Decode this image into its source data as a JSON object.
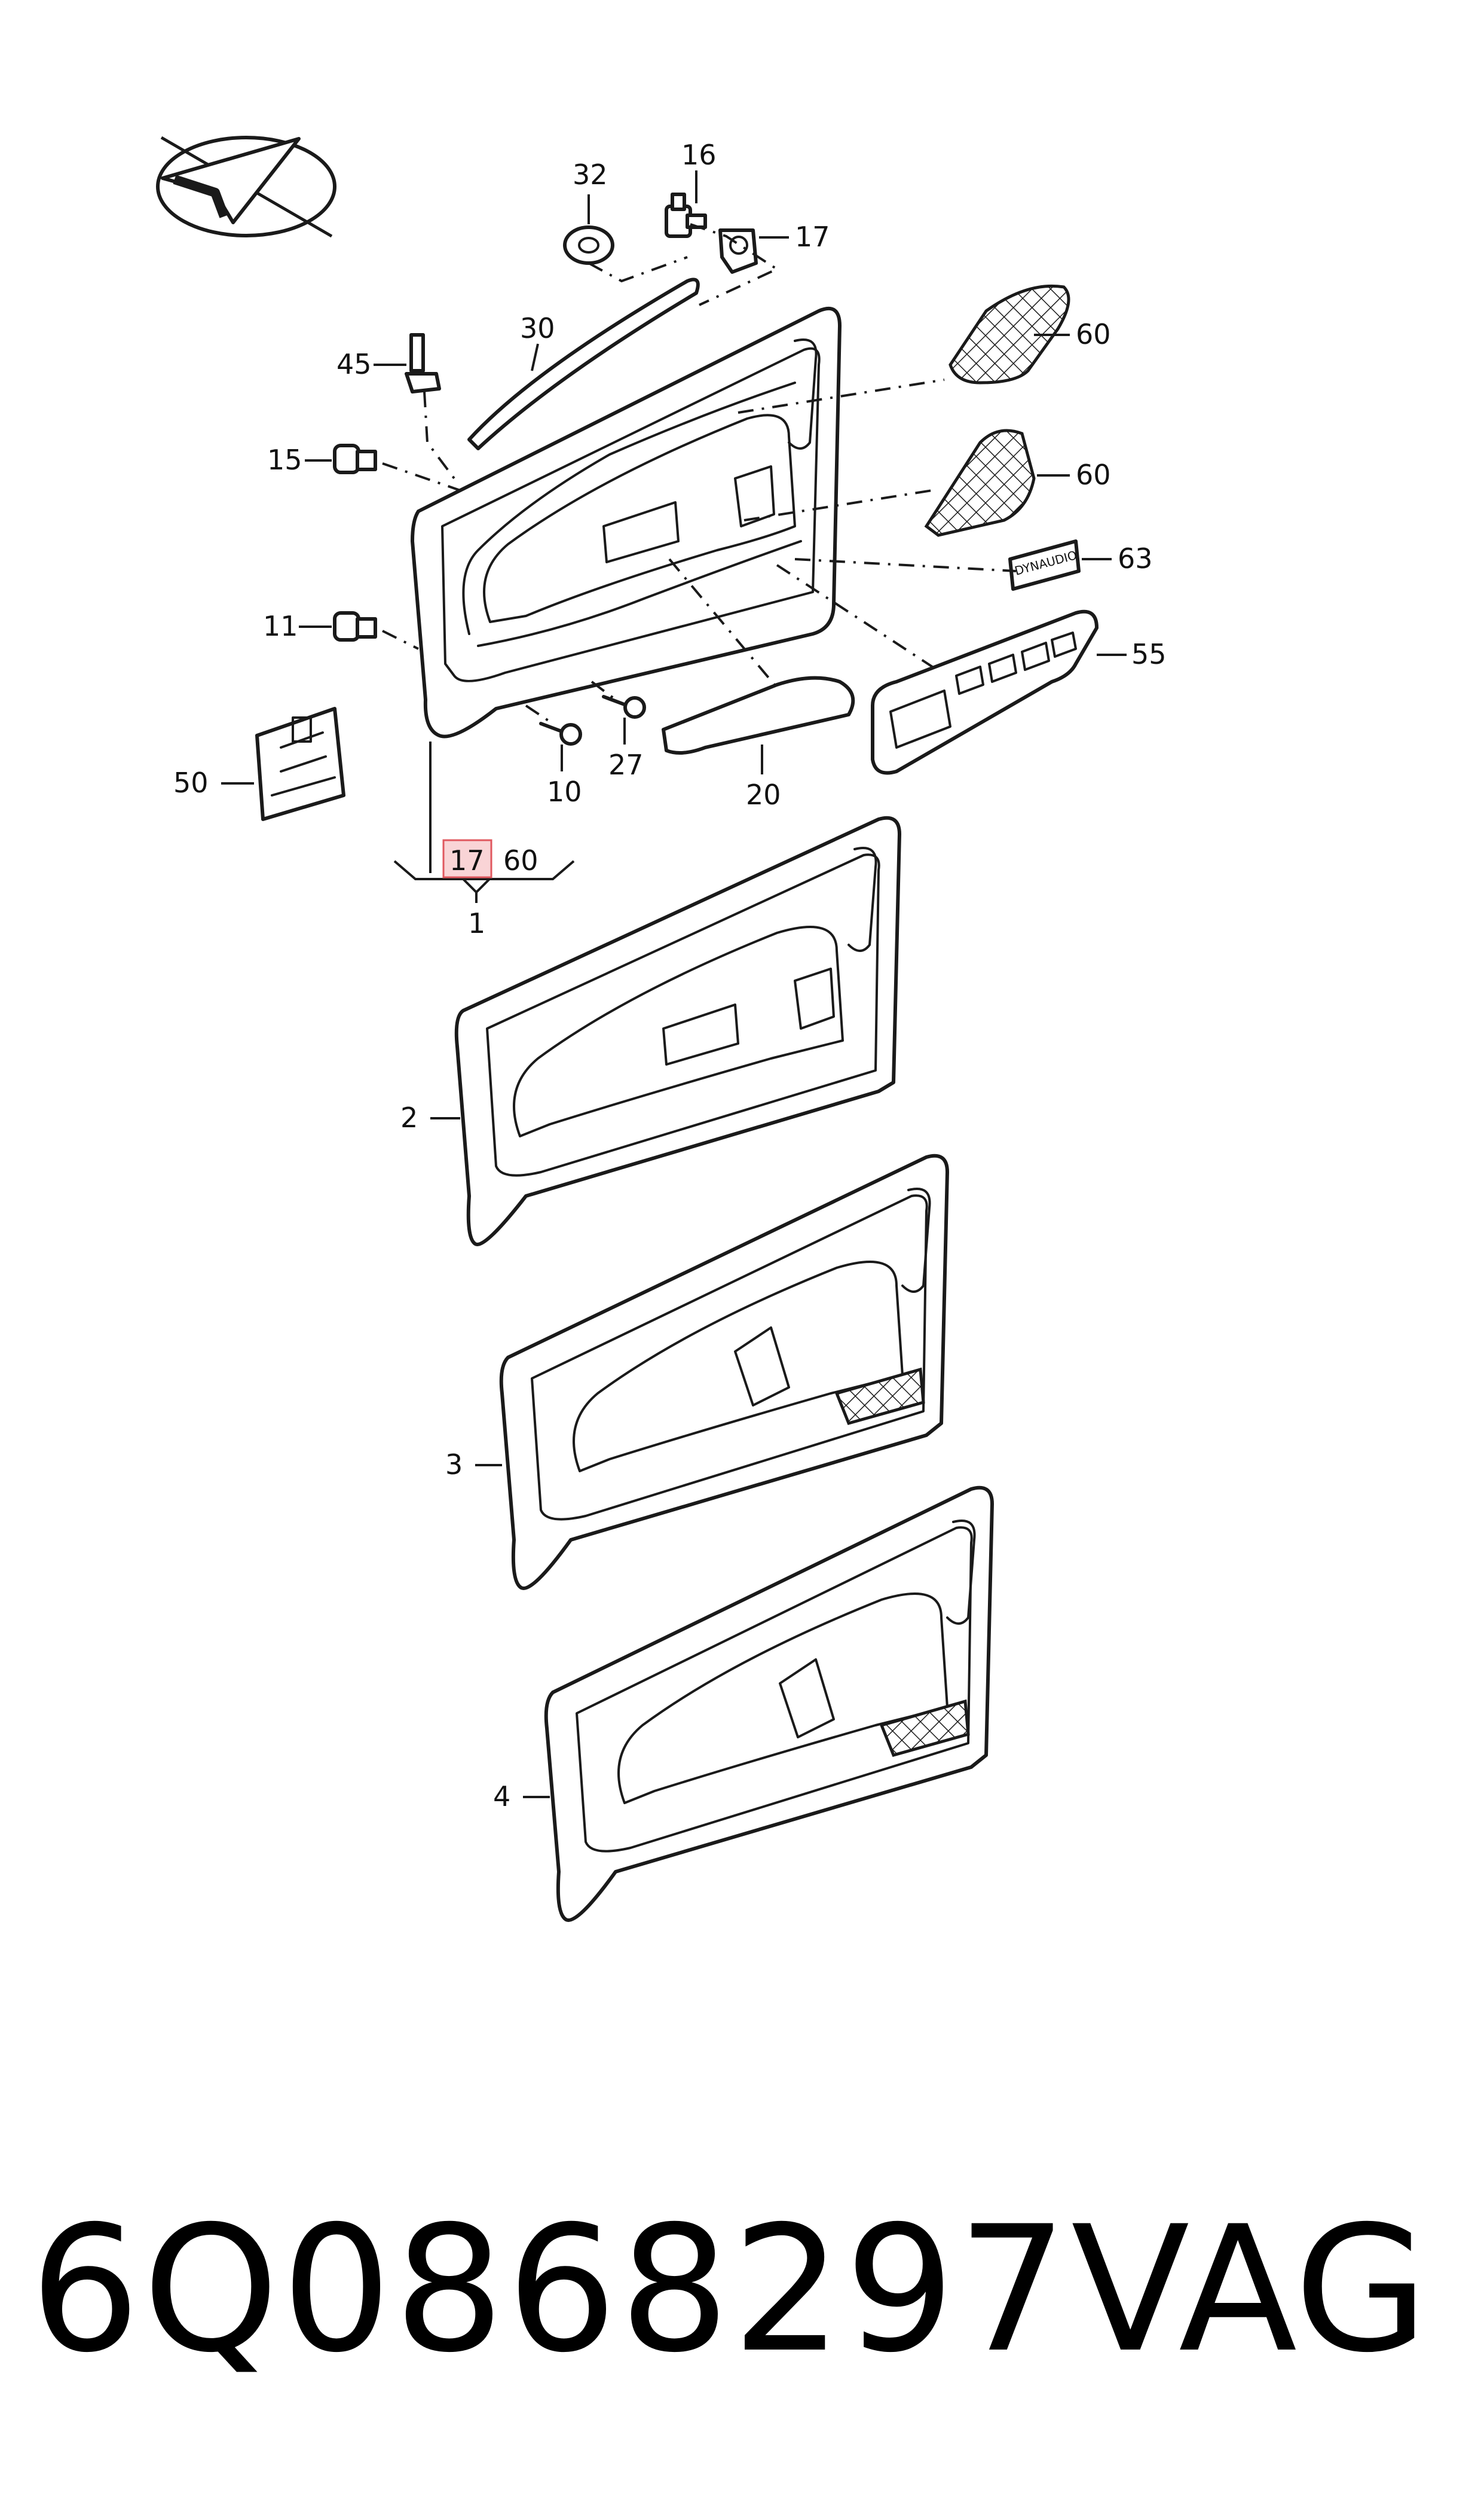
{
  "callouts": {
    "c32": "32",
    "c16": "16",
    "c17": "17",
    "c30": "30",
    "c45": "45",
    "c60a": "60",
    "c60b": "60",
    "c15": "15",
    "c63": "63",
    "c11": "11",
    "c55": "55",
    "c27": "27",
    "c50": "50",
    "c10": "10",
    "c20": "20",
    "c1": "1",
    "c2": "2",
    "c3": "3",
    "c4": "4"
  },
  "assembly_note": {
    "highlighted": "17",
    "other": "60"
  },
  "emblem_text": "DYNAUDIO",
  "footer": {
    "part_number": "6Q0868297",
    "brand": "VAG"
  },
  "colors": {
    "highlight_fill": "#f9d4d6",
    "highlight_stroke": "#e0585f",
    "ink": "#1a1a1a"
  }
}
